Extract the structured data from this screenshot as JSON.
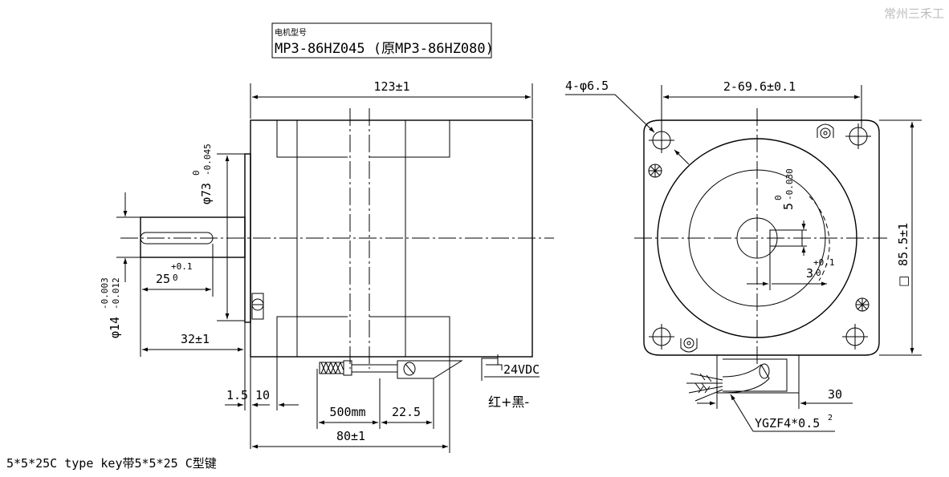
{
  "watermark": "常州三禾工",
  "model_box": {
    "label": "电机型号",
    "model": "MP3-86HZ045 (原MP3-86HZ080)"
  },
  "side_view": {
    "overall_length": "123±1",
    "flange_diameter": "φ73",
    "flange_tol_upper": "0",
    "flange_tol_lower": "-0.045",
    "shaft_diameter": "φ14",
    "shaft_tol_upper": "-0.003",
    "shaft_tol_lower": "-0.012",
    "key_length": "25",
    "key_tol_upper": "+0.1",
    "key_tol_lower": "0",
    "shaft_length": "32±1",
    "flange_thickness": "1.5",
    "boss_length": "10",
    "cable_length": "500mm",
    "connector_offset": "22.5",
    "body_length": "80±1",
    "supply_voltage": "24VDC",
    "polarity": "红+黑-"
  },
  "front_view": {
    "mounting_holes": "4-φ6.5",
    "hole_spacing": "2-69.6±0.1",
    "frame_size_symbol": "□",
    "frame_size": "85.5±1",
    "key_width": "5",
    "key_width_tol_upper": "0",
    "key_width_tol_lower": "-0.030",
    "key_depth": "3",
    "key_depth_tol_upper": "+0.1",
    "key_depth_tol_lower": "0",
    "cable_exit": "30",
    "cable_spec": "YGZF4*0.5",
    "cable_spec_exp": "2"
  },
  "footnote": "5*5*25C type key带5*5*25 C型键"
}
